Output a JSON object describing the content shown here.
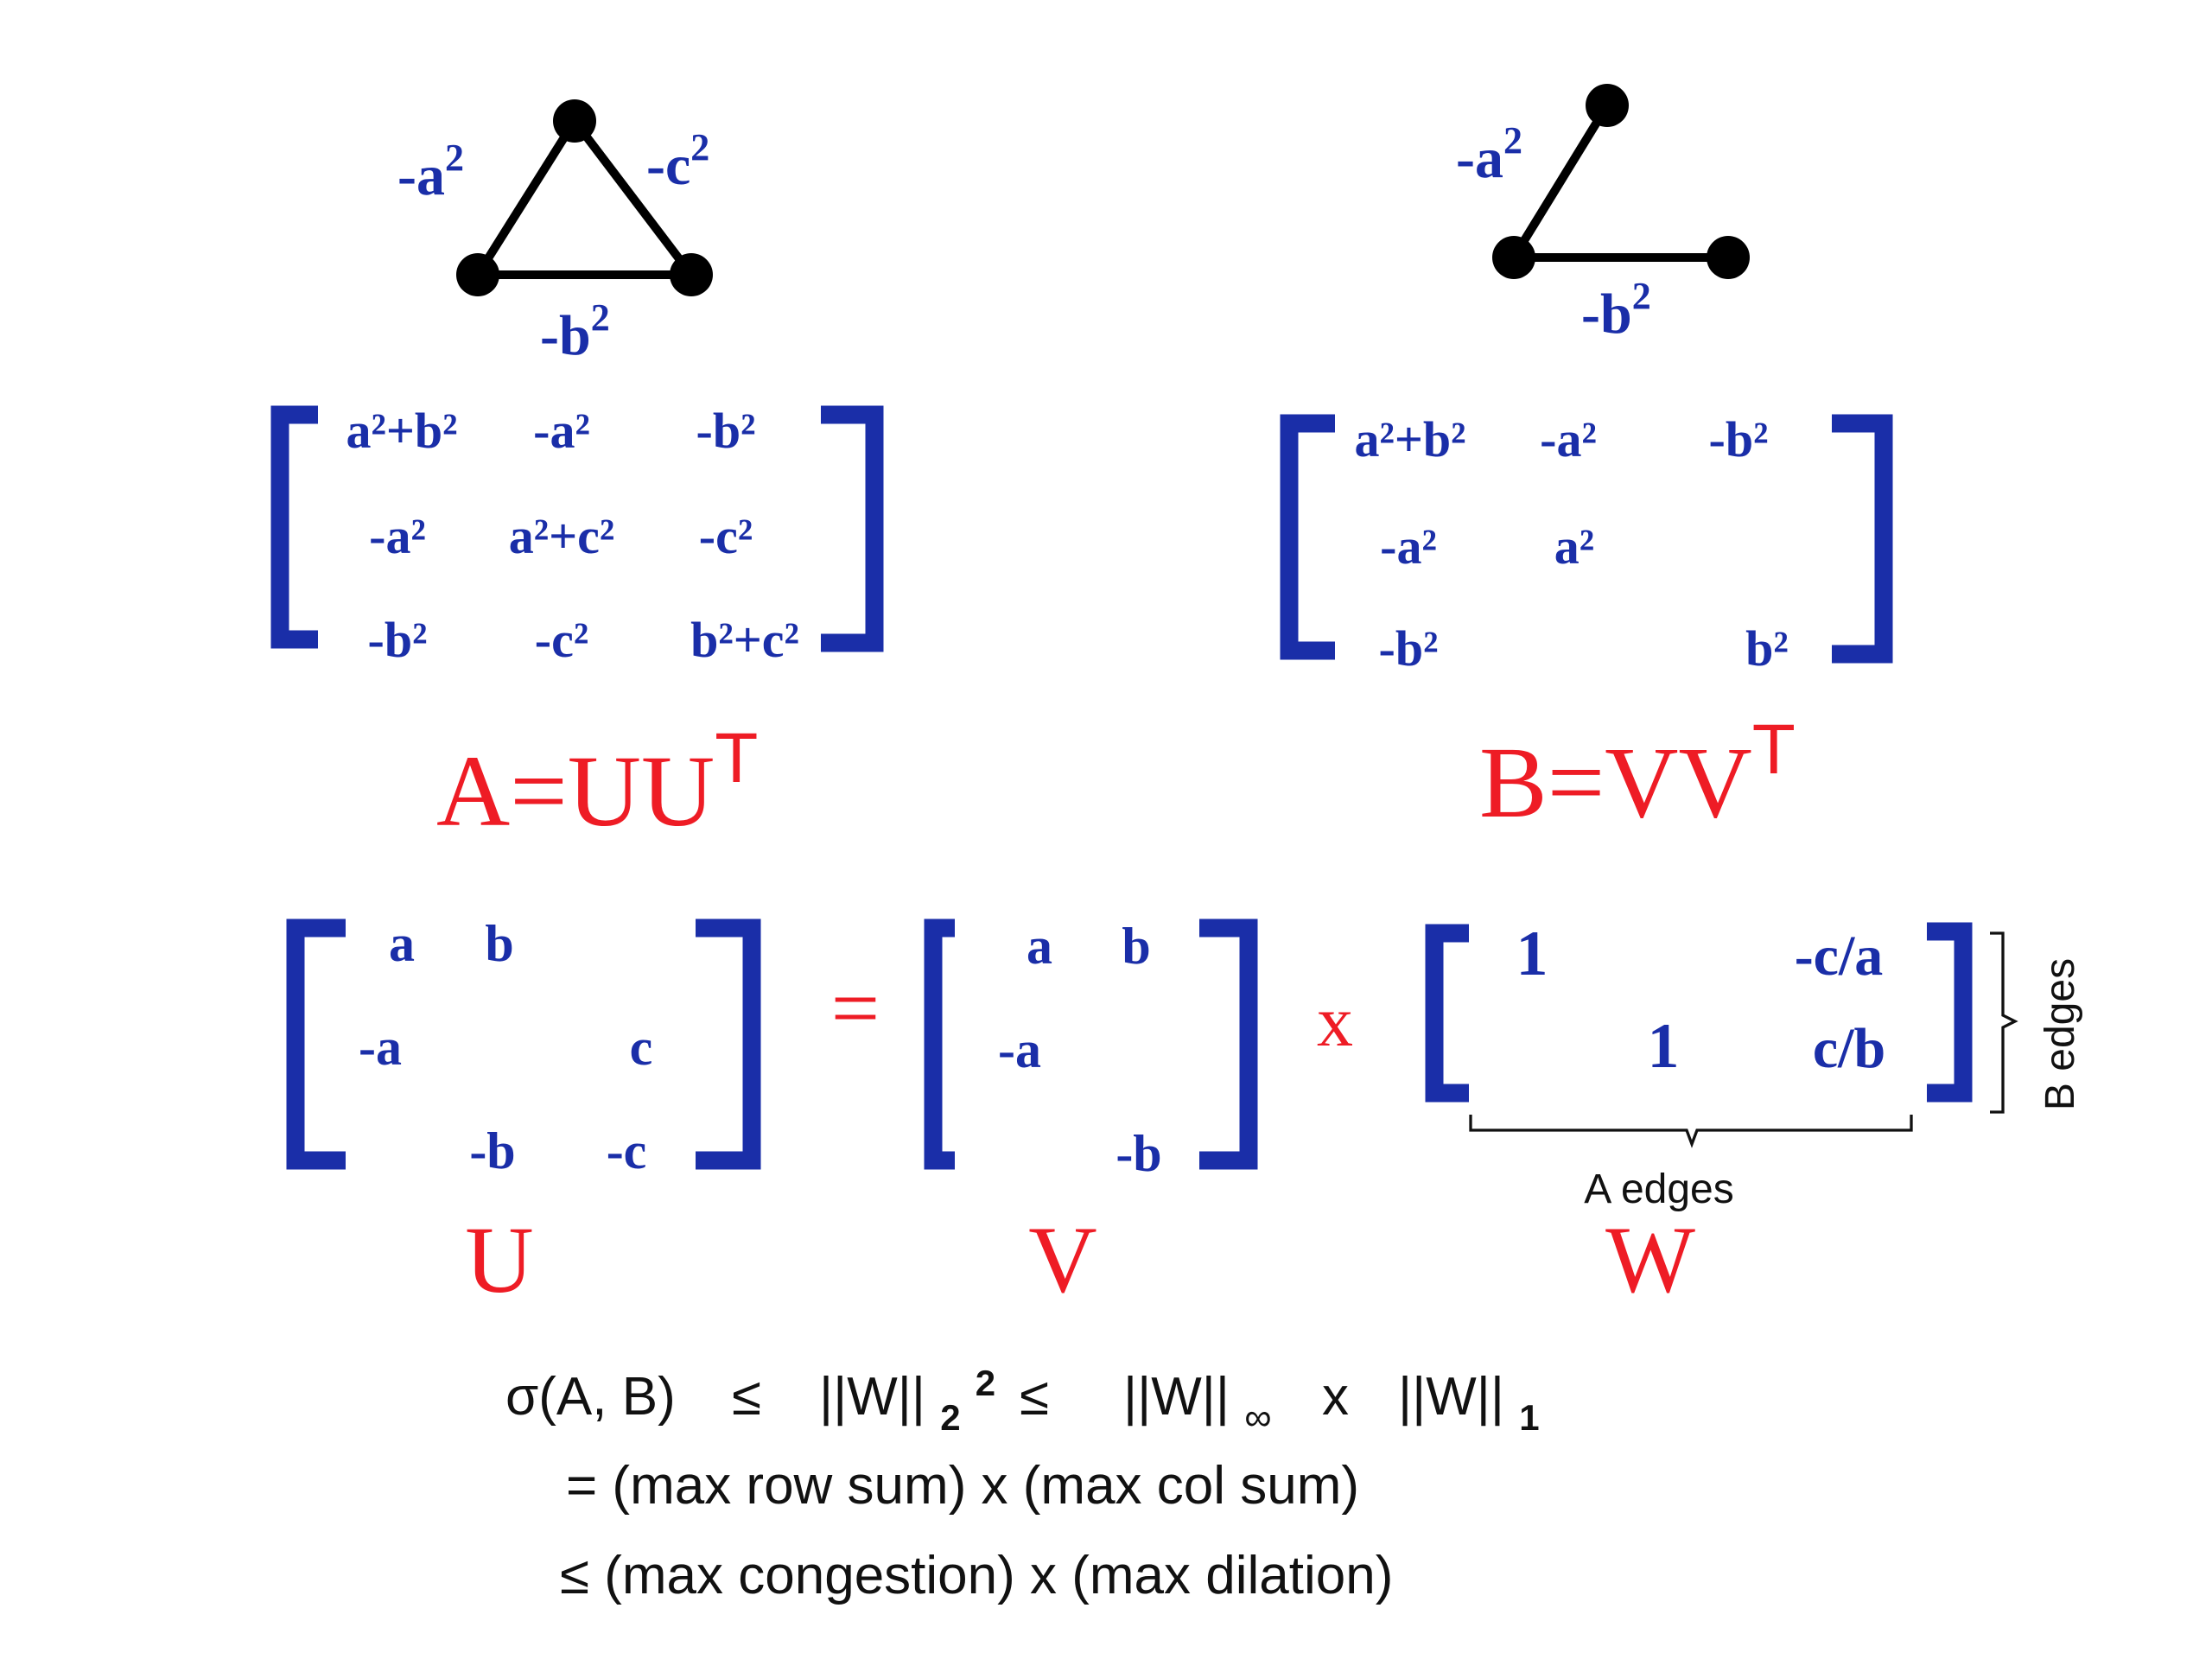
{
  "graph_a": {
    "edge_labels": {
      "left": "-a",
      "right": "-c",
      "bottom": "-b"
    },
    "exponent": "2"
  },
  "graph_b": {
    "edge_labels": {
      "left": "-a",
      "bottom": "-b"
    },
    "exponent": "2"
  },
  "matrix_a": {
    "rows": [
      [
        "a²+b²",
        "-a²",
        "-b²"
      ],
      [
        "-a²",
        "a²+c²",
        "-c²"
      ],
      [
        "-b²",
        "-c²",
        "b²+c²"
      ]
    ]
  },
  "matrix_b": {
    "rows": [
      [
        "a²+b²",
        "-a²",
        "-b²"
      ],
      [
        "-a²",
        "a²",
        ""
      ],
      [
        "-b²",
        "",
        "b²"
      ]
    ]
  },
  "equation_a": {
    "text": "A=UU",
    "sup": "T"
  },
  "equation_b": {
    "text": "B=VV",
    "sup": "T"
  },
  "matrix_u": {
    "rows": [
      [
        "a",
        "b",
        ""
      ],
      [
        "-a",
        "",
        "c"
      ],
      [
        "",
        "-b",
        "-c"
      ]
    ]
  },
  "matrix_v": {
    "rows": [
      [
        "a",
        "b"
      ],
      [
        "-a",
        ""
      ],
      [
        "",
        "-b"
      ]
    ]
  },
  "matrix_w": {
    "rows": [
      [
        "1",
        "",
        "-c/a"
      ],
      [
        "",
        "1",
        "c/b"
      ]
    ]
  },
  "operators": {
    "equals": "=",
    "times": "x"
  },
  "labels": {
    "u": "U",
    "v": "V",
    "w": "W"
  },
  "brace_labels": {
    "a_edges": "A edges",
    "b_edges": "B edges"
  },
  "inequality": {
    "line1": {
      "sigma": "σ(A, B)",
      "le1": "≤",
      "norm2": "||W||",
      "norm2_sub": "2",
      "norm2_sup": "2",
      "le2": "≤",
      "norminf": "||W||",
      "norminf_sub": "∞",
      "times": "x",
      "norm1": "||W||",
      "norm1_sub": "1"
    },
    "line2": "= (max row sum) x (max col sum)",
    "line3": "≤ (max congestion) x (max dilation)"
  },
  "colors": {
    "blue": "#1a2ea8",
    "red": "#ee1c25",
    "black": "#111111"
  }
}
